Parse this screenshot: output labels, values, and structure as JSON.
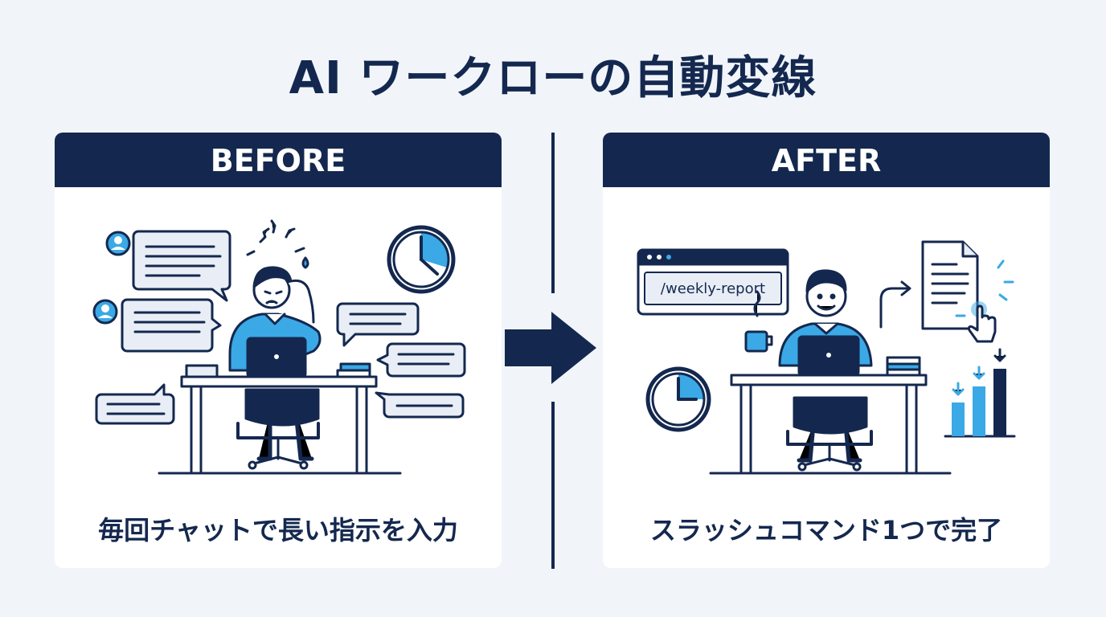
{
  "title": "AI ワークローの自動変線",
  "before": {
    "header": "BEFORE",
    "caption": "毎回チャットで長い指示を入力"
  },
  "after": {
    "header": "AFTER",
    "command": "/weekly-report",
    "caption": "スラッシュコマンド1つで完了"
  },
  "colors": {
    "navy": "#14284f",
    "accent": "#3aa9e6",
    "bubble": "#e9eef6",
    "background": "#f1f5fa"
  }
}
